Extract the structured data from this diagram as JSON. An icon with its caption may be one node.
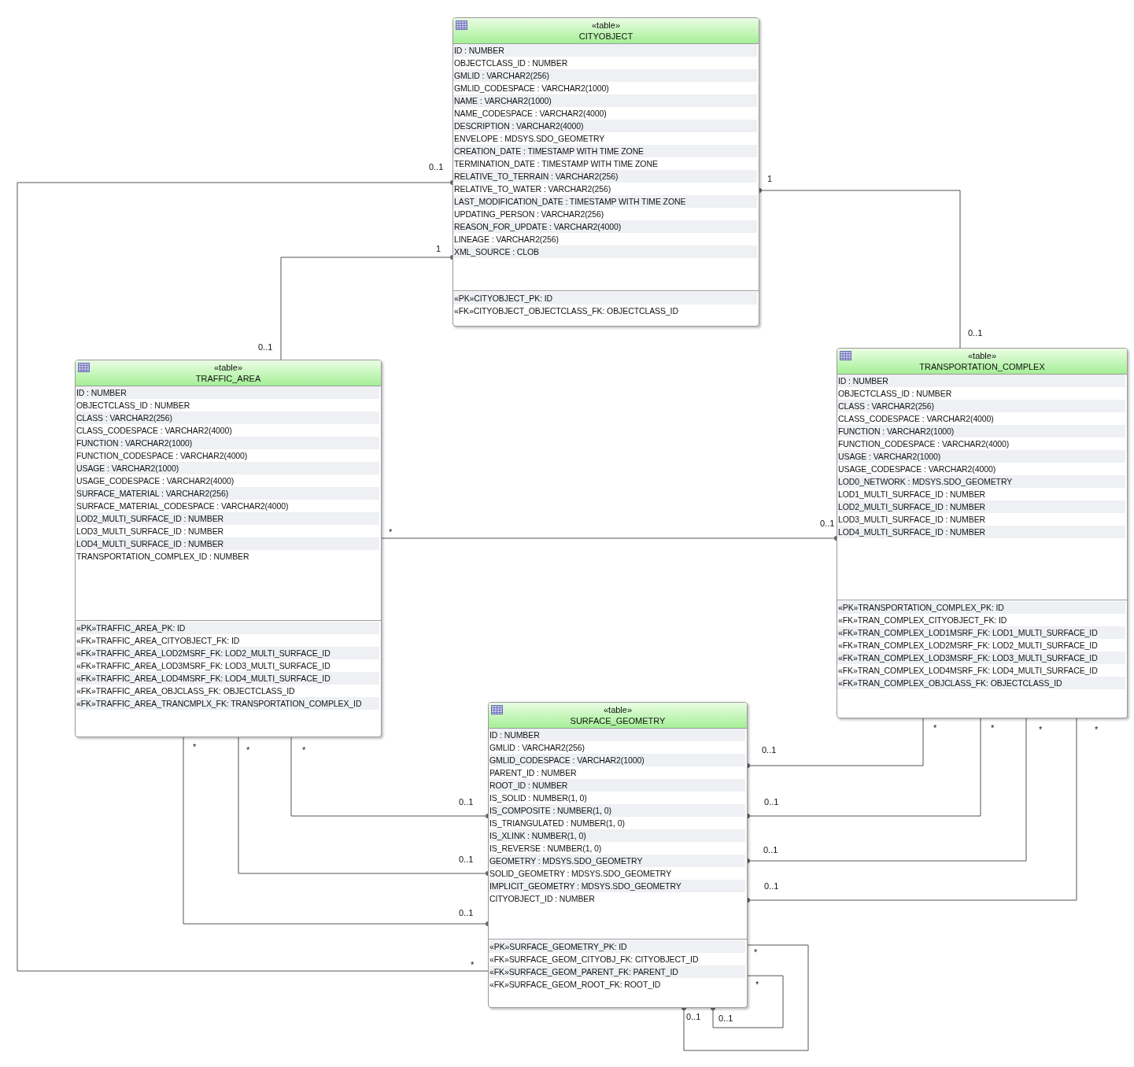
{
  "diagram": {
    "nodes": [
      {
        "text": [
          "«table»",
          "CITYOBJECT"
        ]
      },
      {
        "text": [
          "ID : NUMBER",
          "OBJECTCLASS_ID : NUMBER",
          "GMLID : VARCHAR2(256)",
          "GMLID_CODESPACE : VARCHAR2(1000)",
          "NAME : VARCHAR2(1000)",
          "NAME_CODESPACE : VARCHAR2(4000)",
          "DESCRIPTION : VARCHAR2(4000)",
          "ENVELOPE : MDSYS.SDO_GEOMETRY",
          "CREATION_DATE : TIMESTAMP WITH TIME ZONE",
          "TERMINATION_DATE : TIMESTAMP WITH TIME ZONE",
          "RELATIVE_TO_TERRAIN : VARCHAR2(256)",
          "RELATIVE_TO_WATER : VARCHAR2(256)",
          "LAST_MODIFICATION_DATE : TIMESTAMP WITH TIME ZONE",
          "UPDATING_PERSON : VARCHAR2(256)",
          "REASON_FOR_UPDATE : VARCHAR2(4000)",
          "LINEAGE : VARCHAR2(256)",
          "XML_SOURCE : CLOB"
        ],
        "in": 0
      },
      {
        "text": [
          "«PK»CITYOBJECT_PK: ID",
          "«FK»CITYOBJECT_OBJECTCLASS_FK: OBJECTCLASS_ID"
        ],
        "in": 0
      },
      {
        "text": [
          "«table»",
          "TRAFFIC_AREA"
        ]
      },
      {
        "text": [
          "ID : NUMBER",
          "OBJECTCLASS_ID : NUMBER",
          "CLASS : VARCHAR2(256)",
          "CLASS_CODESPACE : VARCHAR2(4000)",
          "FUNCTION : VARCHAR2(1000)",
          "FUNCTION_CODESPACE : VARCHAR2(4000)",
          "USAGE : VARCHAR2(1000)",
          "USAGE_CODESPACE : VARCHAR2(4000)",
          "SURFACE_MATERIAL : VARCHAR2(256)",
          "SURFACE_MATERIAL_CODESPACE : VARCHAR2(4000)",
          "LOD2_MULTI_SURFACE_ID : NUMBER",
          "LOD3_MULTI_SURFACE_ID : NUMBER",
          "LOD4_MULTI_SURFACE_ID : NUMBER",
          "TRANSPORTATION_COMPLEX_ID : NUMBER"
        ],
        "in": 3
      },
      {
        "text": [
          "«PK»TRAFFIC_AREA_PK: ID",
          "«FK»TRAFFIC_AREA_CITYOBJECT_FK: ID",
          "«FK»TRAFFIC_AREA_LOD2MSRF_FK: LOD2_MULTI_SURFACE_ID",
          "«FK»TRAFFIC_AREA_LOD3MSRF_FK: LOD3_MULTI_SURFACE_ID",
          "«FK»TRAFFIC_AREA_LOD4MSRF_FK: LOD4_MULTI_SURFACE_ID",
          "«FK»TRAFFIC_AREA_OBJCLASS_FK: OBJECTCLASS_ID",
          "«FK»TRAFFIC_AREA_TRANCMPLX_FK: TRANSPORTATION_COMPLEX_ID"
        ],
        "in": 3
      },
      {
        "text": [
          "«table»",
          "TRANSPORTATION_COMPLEX"
        ]
      },
      {
        "text": [
          "ID : NUMBER",
          "OBJECTCLASS_ID : NUMBER",
          "CLASS : VARCHAR2(256)",
          "CLASS_CODESPACE : VARCHAR2(4000)",
          "FUNCTION : VARCHAR2(1000)",
          "FUNCTION_CODESPACE : VARCHAR2(4000)",
          "USAGE : VARCHAR2(1000)",
          "USAGE_CODESPACE : VARCHAR2(4000)",
          "LOD0_NETWORK : MDSYS.SDO_GEOMETRY",
          "LOD1_MULTI_SURFACE_ID : NUMBER",
          "LOD2_MULTI_SURFACE_ID : NUMBER",
          "LOD3_MULTI_SURFACE_ID : NUMBER",
          "LOD4_MULTI_SURFACE_ID : NUMBER"
        ],
        "in": 6
      },
      {
        "text": [
          "«PK»TRANSPORTATION_COMPLEX_PK: ID",
          "«FK»TRAN_COMPLEX_CITYOBJECT_FK: ID",
          "«FK»TRAN_COMPLEX_LOD1MSRF_FK: LOD1_MULTI_SURFACE_ID",
          "«FK»TRAN_COMPLEX_LOD2MSRF_FK: LOD2_MULTI_SURFACE_ID",
          "«FK»TRAN_COMPLEX_LOD3MSRF_FK: LOD3_MULTI_SURFACE_ID",
          "«FK»TRAN_COMPLEX_LOD4MSRF_FK: LOD4_MULTI_SURFACE_ID",
          "«FK»TRAN_COMPLEX_OBJCLASS_FK: OBJECTCLASS_ID"
        ],
        "in": 6
      },
      {
        "text": [
          "«table»",
          "SURFACE_GEOMETRY"
        ]
      },
      {
        "text": [
          "ID : NUMBER",
          "GMLID : VARCHAR2(256)",
          "GMLID_CODESPACE : VARCHAR2(1000)",
          "PARENT_ID : NUMBER",
          "ROOT_ID : NUMBER",
          "IS_SOLID : NUMBER(1, 0)",
          "IS_COMPOSITE : NUMBER(1, 0)",
          "IS_TRIANGULATED : NUMBER(1, 0)",
          "IS_XLINK : NUMBER(1, 0)",
          "IS_REVERSE : NUMBER(1, 0)",
          "GEOMETRY : MDSYS.SDO_GEOMETRY",
          "SOLID_GEOMETRY : MDSYS.SDO_GEOMETRY",
          "IMPLICIT_GEOMETRY : MDSYS.SDO_GEOMETRY",
          "CITYOBJECT_ID : NUMBER"
        ],
        "in": 9
      },
      {
        "text": [
          "«PK»SURFACE_GEOMETRY_PK: ID",
          "«FK»SURFACE_GEOM_CITYOBJ_FK: CITYOBJECT_ID",
          "«FK»SURFACE_GEOM_PARENT_FK: PARENT_ID",
          "«FK»SURFACE_GEOM_ROOT_FK: ROOT_ID"
        ],
        "in": 9
      }
    ],
    "edges": [
      {
        "from": 9,
        "to": 0,
        "arrow": "other"
      },
      {
        "from": 3,
        "to": 0,
        "arrow": "other"
      },
      {
        "from": 6,
        "to": 0,
        "arrow": "other"
      },
      {
        "from": 3,
        "to": 6,
        "arrow": "other"
      },
      {
        "from": 3,
        "to": 9,
        "arrow": "other"
      },
      {
        "from": 3,
        "to": 9,
        "arrow": "other"
      },
      {
        "from": 3,
        "to": 9,
        "arrow": "other"
      },
      {
        "from": 6,
        "to": 9,
        "arrow": "other"
      },
      {
        "from": 6,
        "to": 9,
        "arrow": "other"
      },
      {
        "from": 6,
        "to": 9,
        "arrow": "other"
      },
      {
        "from": 6,
        "to": 9,
        "arrow": "other"
      },
      {
        "from": 11,
        "to": 11,
        "arrow": "other"
      },
      {
        "from": 11,
        "to": 11,
        "arrow": "other"
      }
    ],
    "labels": [
      "0..1",
      "1",
      "1",
      "0..1",
      "0..1",
      "0..1",
      "*",
      "*",
      "*",
      "*",
      "*",
      "*",
      "*",
      "*",
      "0..1",
      "0..1",
      "0..1",
      "0..1",
      "0..1",
      "0..1",
      "0..1",
      "*",
      "*",
      "*",
      "0..1",
      "0..1"
    ]
  }
}
